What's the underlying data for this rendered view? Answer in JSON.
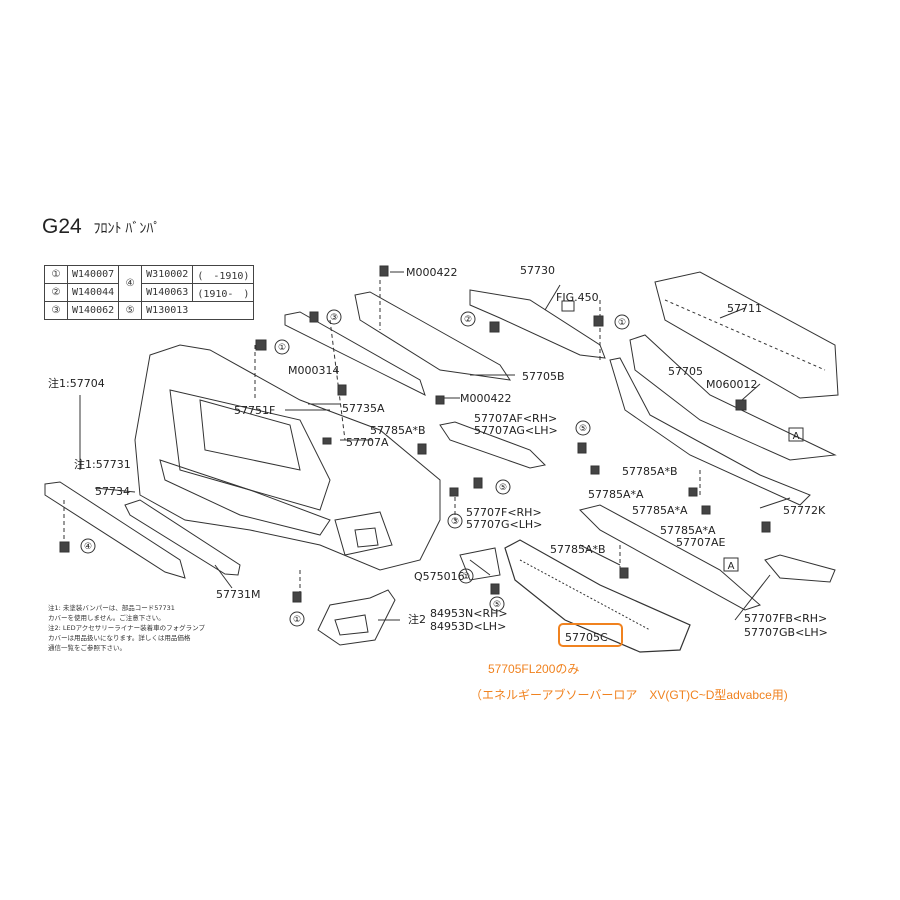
{
  "diagram": {
    "code": "G24",
    "name": "ﾌﾛﾝﾄ ﾊﾞﾝﾊﾟ"
  },
  "legend": [
    {
      "n": "①",
      "part": "W140007",
      "n2": "④",
      "part2": "W310002",
      "range2": "(　-1910)"
    },
    {
      "n": "②",
      "part": "W140044",
      "n2": "",
      "part2": "W140063",
      "range2": "(1910-　)"
    },
    {
      "n": "③",
      "part": "W140062",
      "n2": "⑤",
      "part2": "W130013",
      "range2": ""
    }
  ],
  "labels": {
    "m000422_top": "M000422",
    "p57730": "57730",
    "fig450": "FIG.450",
    "p57711": "57711",
    "p57705": "57705",
    "m060012": "M060012",
    "note1_57704": "注1:57704",
    "m000314": "M000314",
    "p57705b": "57705B",
    "p57751f": "57751F",
    "p57735a": "57735A",
    "m000422_mid": "M000422",
    "p57707af": "57707AF<RH>",
    "p57707ag": "57707AG<LH>",
    "p57707a": "57707A",
    "p57785ab_1": "57785A*B",
    "note1_57731": "注1:57731",
    "p57785ab_2": "57785A*B",
    "p57734": "57734",
    "p57785aa_1": "57785A*A",
    "p57772k": "57772K",
    "p57785aa_2": "57785A*A",
    "p57707f": "57707F<RH>",
    "p57707g": "57707G<LH>",
    "p57785aa_3": "57785A*A",
    "p57707ae": "57707AE",
    "p57785ab_3": "57785A*B",
    "q575016": "Q575016",
    "p57731m": "57731M",
    "note2": "注2",
    "p84953n": "84953N<RH>",
    "p84953d": "84953D<LH>",
    "p57707fb": "57707FB<RH>",
    "p57707gb": "57707GB<LH>",
    "p57705c": "57705C",
    "ref_a1": "A",
    "ref_a2": "A"
  },
  "callouts": [
    "①",
    "①",
    "①",
    "①",
    "②",
    "③",
    "③",
    "④",
    "⑤",
    "⑤",
    "⑤"
  ],
  "notes": {
    "line1": "注1: 未塗装バンパーは、部品コード57731",
    "line2": "カバーを使用しません。ご注意下さい。",
    "line3": "注2: LEDアクセサリーライナー装着車のフォグランプ",
    "line4": "カバーは用品扱いになります。詳しくは用品価格",
    "line5": "通信一覧をご参照下さい。"
  },
  "annotation": {
    "line1": "57705FL200のみ",
    "line2": "（エネルギーアブソーバーロア　XV(GT)C~D型advabce用)"
  },
  "colors": {
    "highlight": "#f0821f",
    "ink": "#222222"
  }
}
